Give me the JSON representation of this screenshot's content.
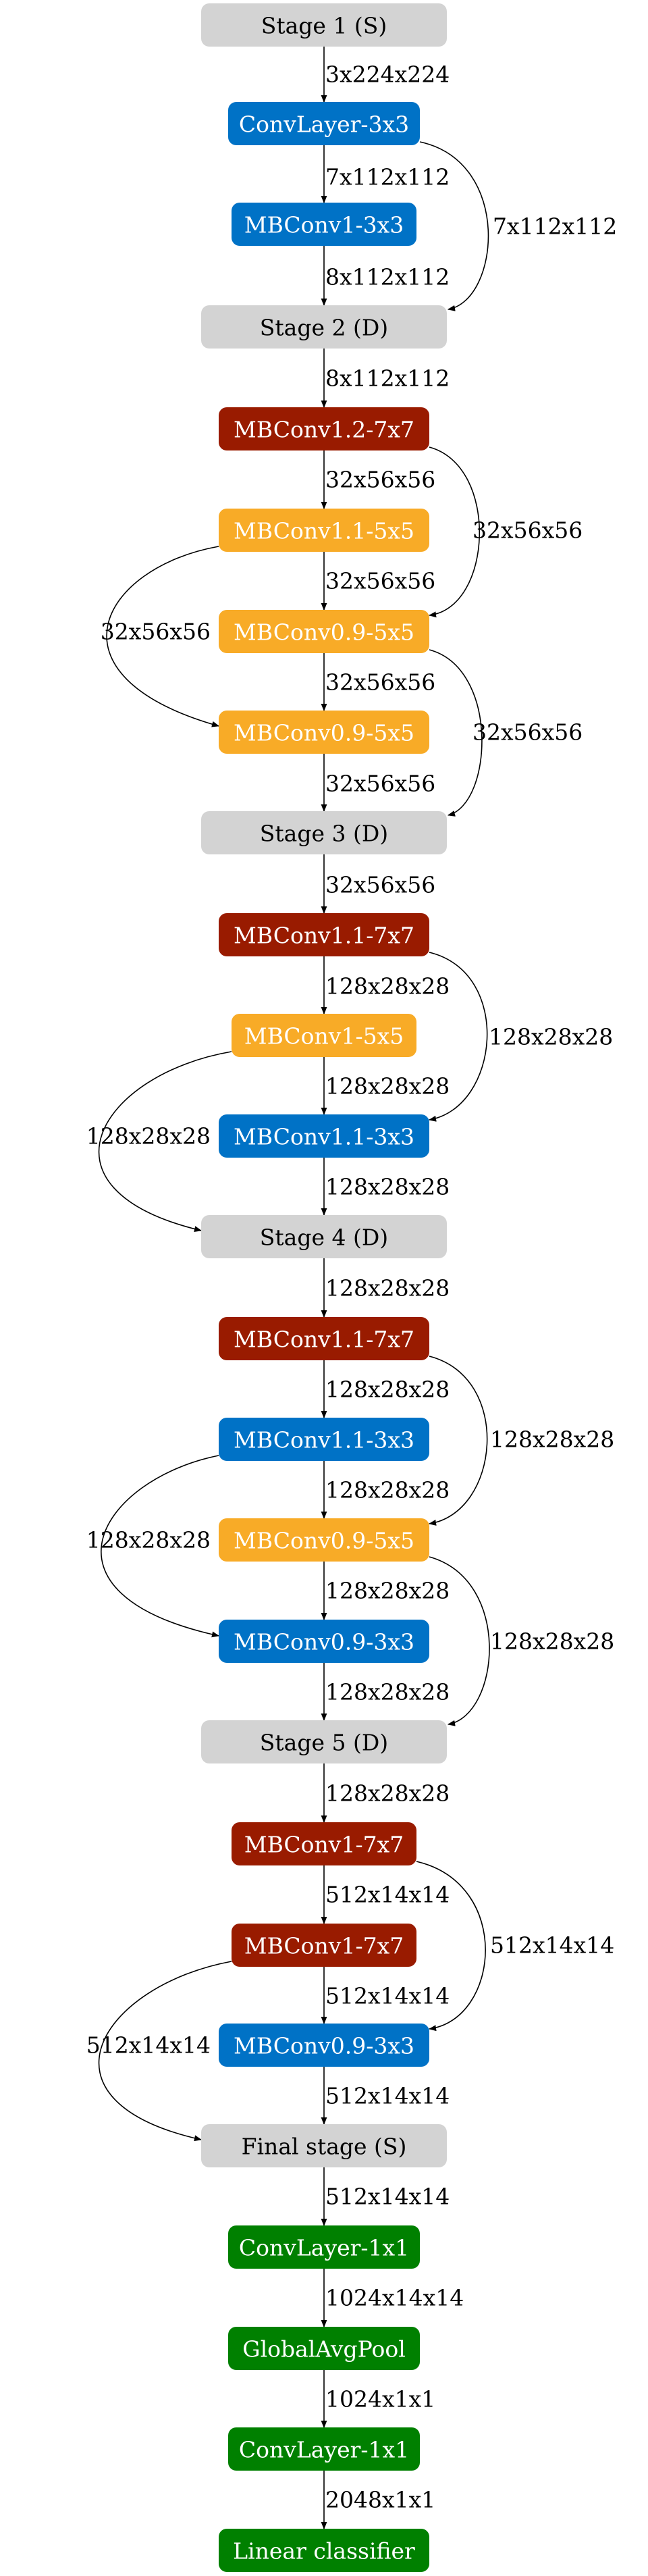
{
  "colors": {
    "stage": "#d3d3d3",
    "conv": "#0072c6",
    "mbconv_large": "#991b00",
    "mbconv_mid": "#f8ab27",
    "final": "#008000",
    "stage_text": "#000000",
    "block_text": "#ffffff"
  },
  "nodes": [
    {
      "id": "stage1",
      "label": "Stage 1 (S)",
      "kind": "stage"
    },
    {
      "id": "convlayer_3x3",
      "label": "ConvLayer-3x3",
      "kind": "conv"
    },
    {
      "id": "mbconv1_3x3",
      "label": "MBConv1-3x3",
      "kind": "conv"
    },
    {
      "id": "stage2",
      "label": "Stage 2 (D)",
      "kind": "stage"
    },
    {
      "id": "s2_mbconv1_2_7x7",
      "label": "MBConv1.2-7x7",
      "kind": "mbconv_large"
    },
    {
      "id": "s2_mbconv1_1_5x5",
      "label": "MBConv1.1-5x5",
      "kind": "mbconv_mid"
    },
    {
      "id": "s2_mbconv0_9_5x5_a",
      "label": "MBConv0.9-5x5",
      "kind": "mbconv_mid"
    },
    {
      "id": "s2_mbconv0_9_5x5_b",
      "label": "MBConv0.9-5x5",
      "kind": "mbconv_mid"
    },
    {
      "id": "stage3",
      "label": "Stage 3 (D)",
      "kind": "stage"
    },
    {
      "id": "s3_mbconv1_1_7x7",
      "label": "MBConv1.1-7x7",
      "kind": "mbconv_large"
    },
    {
      "id": "s3_mbconv1_5x5",
      "label": "MBConv1-5x5",
      "kind": "mbconv_mid"
    },
    {
      "id": "s3_mbconv1_1_3x3",
      "label": "MBConv1.1-3x3",
      "kind": "conv"
    },
    {
      "id": "stage4",
      "label": "Stage 4 (D)",
      "kind": "stage"
    },
    {
      "id": "s4_mbconv1_1_7x7",
      "label": "MBConv1.1-7x7",
      "kind": "mbconv_large"
    },
    {
      "id": "s4_mbconv1_1_3x3",
      "label": "MBConv1.1-3x3",
      "kind": "conv"
    },
    {
      "id": "s4_mbconv0_9_5x5",
      "label": "MBConv0.9-5x5",
      "kind": "mbconv_mid"
    },
    {
      "id": "s4_mbconv0_9_3x3",
      "label": "MBConv0.9-3x3",
      "kind": "conv"
    },
    {
      "id": "stage5",
      "label": "Stage 5 (D)",
      "kind": "stage"
    },
    {
      "id": "s5_mbconv1_7x7_a",
      "label": "MBConv1-7x7",
      "kind": "mbconv_large"
    },
    {
      "id": "s5_mbconv1_7x7_b",
      "label": "MBConv1-7x7",
      "kind": "mbconv_large"
    },
    {
      "id": "s5_mbconv0_9_3x3",
      "label": "MBConv0.9-3x3",
      "kind": "conv"
    },
    {
      "id": "final_stage",
      "label": "Final stage (S)",
      "kind": "stage"
    },
    {
      "id": "convlayer_1x1_a",
      "label": "ConvLayer-1x1",
      "kind": "final"
    },
    {
      "id": "global_avg_pool",
      "label": "GlobalAvgPool",
      "kind": "final"
    },
    {
      "id": "convlayer_1x1_b",
      "label": "ConvLayer-1x1",
      "kind": "final"
    },
    {
      "id": "linear_classifier",
      "label": "Linear classifier",
      "kind": "final"
    }
  ],
  "edges": [
    {
      "from": "stage1",
      "to": "convlayer_3x3",
      "label": "3x224x224"
    },
    {
      "from": "convlayer_3x3",
      "to": "mbconv1_3x3",
      "label": "7x112x112"
    },
    {
      "from": "convlayer_3x3",
      "to": "stage2",
      "label": "7x112x112"
    },
    {
      "from": "mbconv1_3x3",
      "to": "stage2",
      "label": "8x112x112"
    },
    {
      "from": "stage2",
      "to": "s2_mbconv1_2_7x7",
      "label": "8x112x112"
    },
    {
      "from": "s2_mbconv1_2_7x7",
      "to": "s2_mbconv1_1_5x5",
      "label": "32x56x56"
    },
    {
      "from": "s2_mbconv1_2_7x7",
      "to": "s2_mbconv0_9_5x5_a",
      "label": "32x56x56"
    },
    {
      "from": "s2_mbconv1_1_5x5",
      "to": "s2_mbconv0_9_5x5_a",
      "label": "32x56x56"
    },
    {
      "from": "s2_mbconv1_1_5x5",
      "to": "s2_mbconv0_9_5x5_b",
      "label": "32x56x56"
    },
    {
      "from": "s2_mbconv0_9_5x5_a",
      "to": "s2_mbconv0_9_5x5_b",
      "label": "32x56x56"
    },
    {
      "from": "s2_mbconv0_9_5x5_a",
      "to": "stage3",
      "label": "32x56x56"
    },
    {
      "from": "s2_mbconv0_9_5x5_b",
      "to": "stage3",
      "label": "32x56x56"
    },
    {
      "from": "stage3",
      "to": "s3_mbconv1_1_7x7",
      "label": "32x56x56"
    },
    {
      "from": "s3_mbconv1_1_7x7",
      "to": "s3_mbconv1_5x5",
      "label": "128x28x28"
    },
    {
      "from": "s3_mbconv1_1_7x7",
      "to": "s3_mbconv1_1_3x3",
      "label": "128x28x28"
    },
    {
      "from": "s3_mbconv1_5x5",
      "to": "s3_mbconv1_1_3x3",
      "label": "128x28x28"
    },
    {
      "from": "s3_mbconv1_5x5",
      "to": "stage4",
      "label": "128x28x28"
    },
    {
      "from": "s3_mbconv1_1_3x3",
      "to": "stage4",
      "label": "128x28x28"
    },
    {
      "from": "stage4",
      "to": "s4_mbconv1_1_7x7",
      "label": "128x28x28"
    },
    {
      "from": "s4_mbconv1_1_7x7",
      "to": "s4_mbconv1_1_3x3",
      "label": "128x28x28"
    },
    {
      "from": "s4_mbconv1_1_7x7",
      "to": "s4_mbconv0_9_5x5",
      "label": "128x28x28"
    },
    {
      "from": "s4_mbconv1_1_3x3",
      "to": "s4_mbconv0_9_5x5",
      "label": "128x28x28"
    },
    {
      "from": "s4_mbconv1_1_3x3",
      "to": "s4_mbconv0_9_3x3",
      "label": "128x28x28"
    },
    {
      "from": "s4_mbconv0_9_5x5",
      "to": "s4_mbconv0_9_3x3",
      "label": "128x28x28"
    },
    {
      "from": "s4_mbconv0_9_5x5",
      "to": "stage5",
      "label": "128x28x28"
    },
    {
      "from": "s4_mbconv0_9_3x3",
      "to": "stage5",
      "label": "128x28x28"
    },
    {
      "from": "stage5",
      "to": "s5_mbconv1_7x7_a",
      "label": "128x28x28"
    },
    {
      "from": "s5_mbconv1_7x7_a",
      "to": "s5_mbconv1_7x7_b",
      "label": "512x14x14"
    },
    {
      "from": "s5_mbconv1_7x7_a",
      "to": "s5_mbconv0_9_3x3",
      "label": "512x14x14"
    },
    {
      "from": "s5_mbconv1_7x7_b",
      "to": "s5_mbconv0_9_3x3",
      "label": "512x14x14"
    },
    {
      "from": "s5_mbconv1_7x7_b",
      "to": "final_stage",
      "label": "512x14x14"
    },
    {
      "from": "s5_mbconv0_9_3x3",
      "to": "final_stage",
      "label": "512x14x14"
    },
    {
      "from": "final_stage",
      "to": "convlayer_1x1_a",
      "label": "512x14x14"
    },
    {
      "from": "convlayer_1x1_a",
      "to": "global_avg_pool",
      "label": "1024x14x14"
    },
    {
      "from": "global_avg_pool",
      "to": "convlayer_1x1_b",
      "label": "1024x1x1"
    },
    {
      "from": "convlayer_1x1_b",
      "to": "linear_classifier",
      "label": "2048x1x1"
    }
  ]
}
